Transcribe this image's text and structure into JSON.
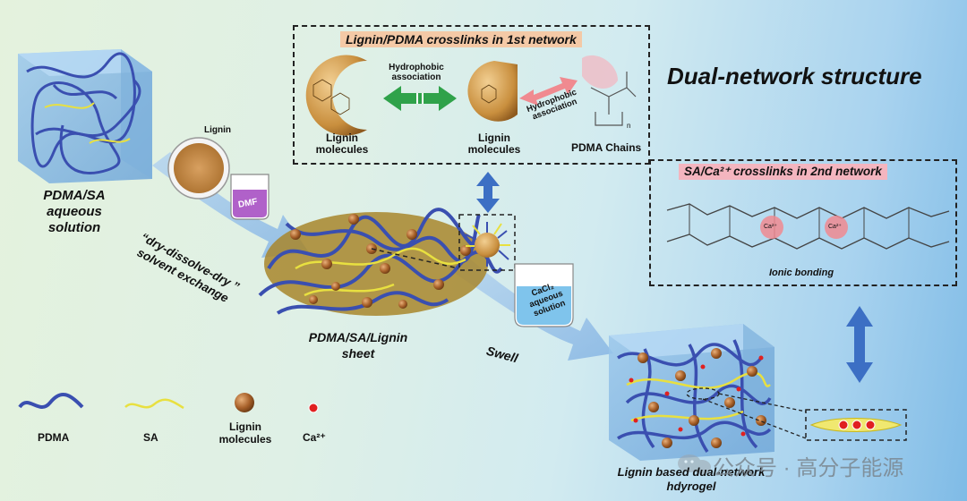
{
  "header": {
    "title": "Dual-network structure",
    "box1_title": "Lignin/PDMA crosslinks in 1st network",
    "box2_title": "SA/Ca²⁺ crosslinks in 2nd network"
  },
  "box1": {
    "hydrophobic_left": "Hydrophobic\nassociation",
    "hydrophobic_right": "Hydrophobic\nassociation",
    "lignin_left": "Lignin\nmolecules",
    "lignin_mid": "Lignin\nmolecules",
    "pdma_chains": "PDMA Chains",
    "chem_n": "n"
  },
  "box2": {
    "ionic_bonding": "Ionic bonding",
    "ca_label": "Ca²⁺"
  },
  "left": {
    "solution_label": "PDMA/SA\naqueous\nsolution",
    "lignin_label": "Lignin",
    "dmf_label": "DMF",
    "process_label": "“dry-dissolve-dry ”\nsolvent exchange"
  },
  "center": {
    "sheet_label": "PDMA/SA/Lignin\nsheet",
    "cacl2_label": "CaCl₂\naqueous\nsolution",
    "swell_label": "Swell"
  },
  "right": {
    "hydrogel_label": "Lignin based dual-network\nhdyrogel"
  },
  "legend": {
    "pdma": "PDMA",
    "sa": "SA",
    "lignin": "Lignin\nmolecules",
    "ca": "Ca²⁺"
  },
  "watermark": "公众号 · 高分子能源",
  "colors": {
    "pdma": "#3a4fb0",
    "sa": "#e8e040",
    "lignin": "#a8612a",
    "ca": "#e02020",
    "title_bg1": "#f4c9a6",
    "title_bg2": "#f4b5bf",
    "green_arrow": "#2fa24a",
    "pink_arrow": "#f08a90",
    "blue_arrow": "#3c6fc4"
  }
}
